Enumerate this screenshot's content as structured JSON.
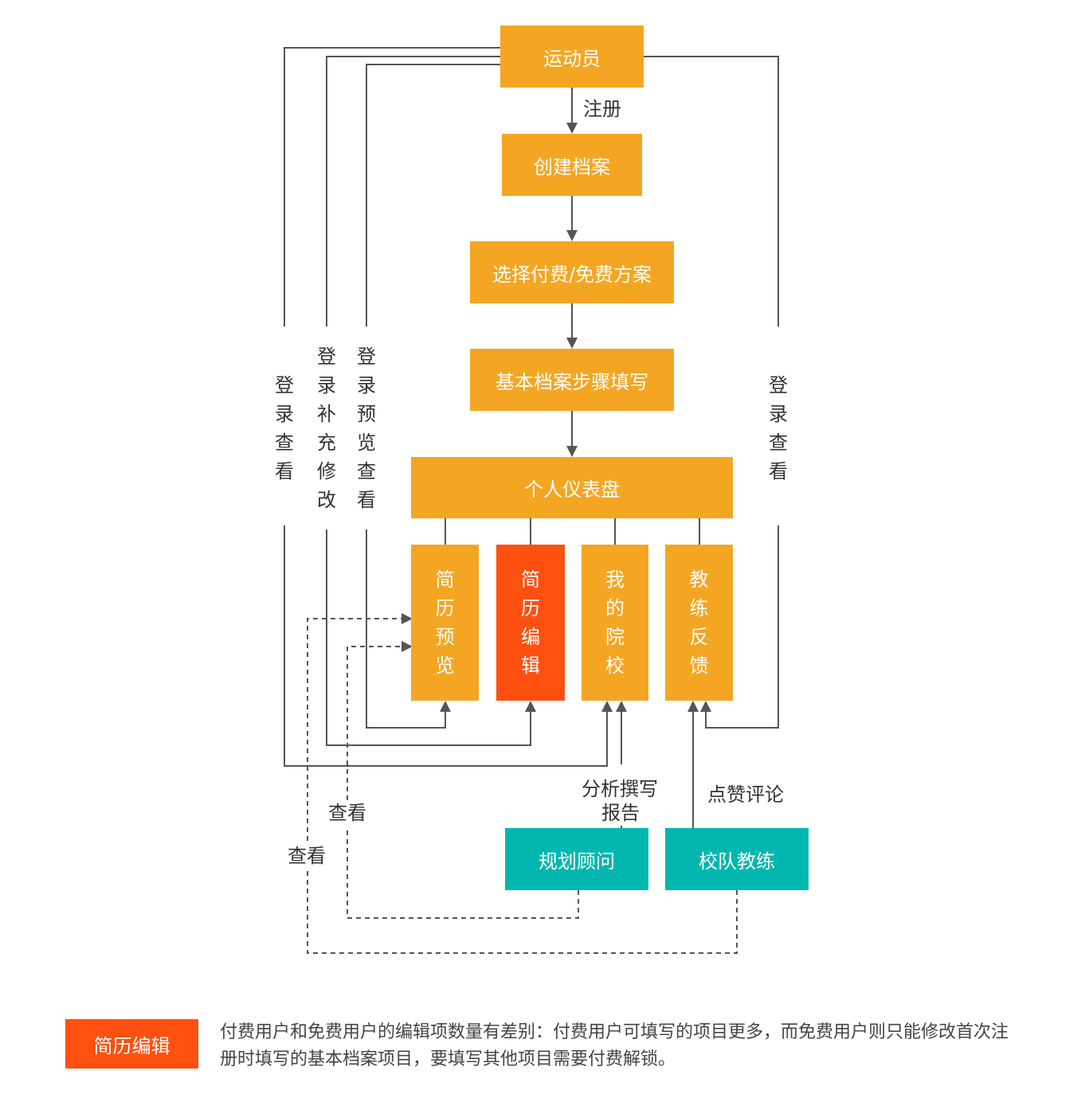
{
  "nodes": {
    "athlete": "运动员",
    "create_profile": "创建档案",
    "choose_plan": "选择付费/免费方案",
    "basic_profile": "基本档案步骤填写",
    "dashboard": "个人仪表盘",
    "resume_preview": "简历预览",
    "resume_edit": "简历编辑",
    "my_schools": "我的院校",
    "coach_feedback": "教练反馈",
    "advisor": "规划顾问",
    "team_coach": "校队教练"
  },
  "edge_labels": {
    "register": "注册",
    "login_view_left": "登录查看",
    "login_edit": "登录补充修改",
    "login_preview": "登录预览查看",
    "login_view_right": "登录查看",
    "analyze_report_line1": "分析撰写",
    "analyze_report_line2": "报告",
    "like_comment": "点赞评论",
    "view_1": "查看",
    "view_2": "查看"
  },
  "legend": {
    "title": "简历编辑",
    "description": "付费用户和免费用户的编辑项数量有差别：付费用户可填写的项目更多，而免费用户则只能修改首次注册时填写的基本档案项目，要填写其他项目需要付费解锁。"
  },
  "colors": {
    "flow_node": "#f4a623",
    "highlight_node": "#fd5011",
    "external_node": "#00b7b0",
    "line": "#555555"
  }
}
